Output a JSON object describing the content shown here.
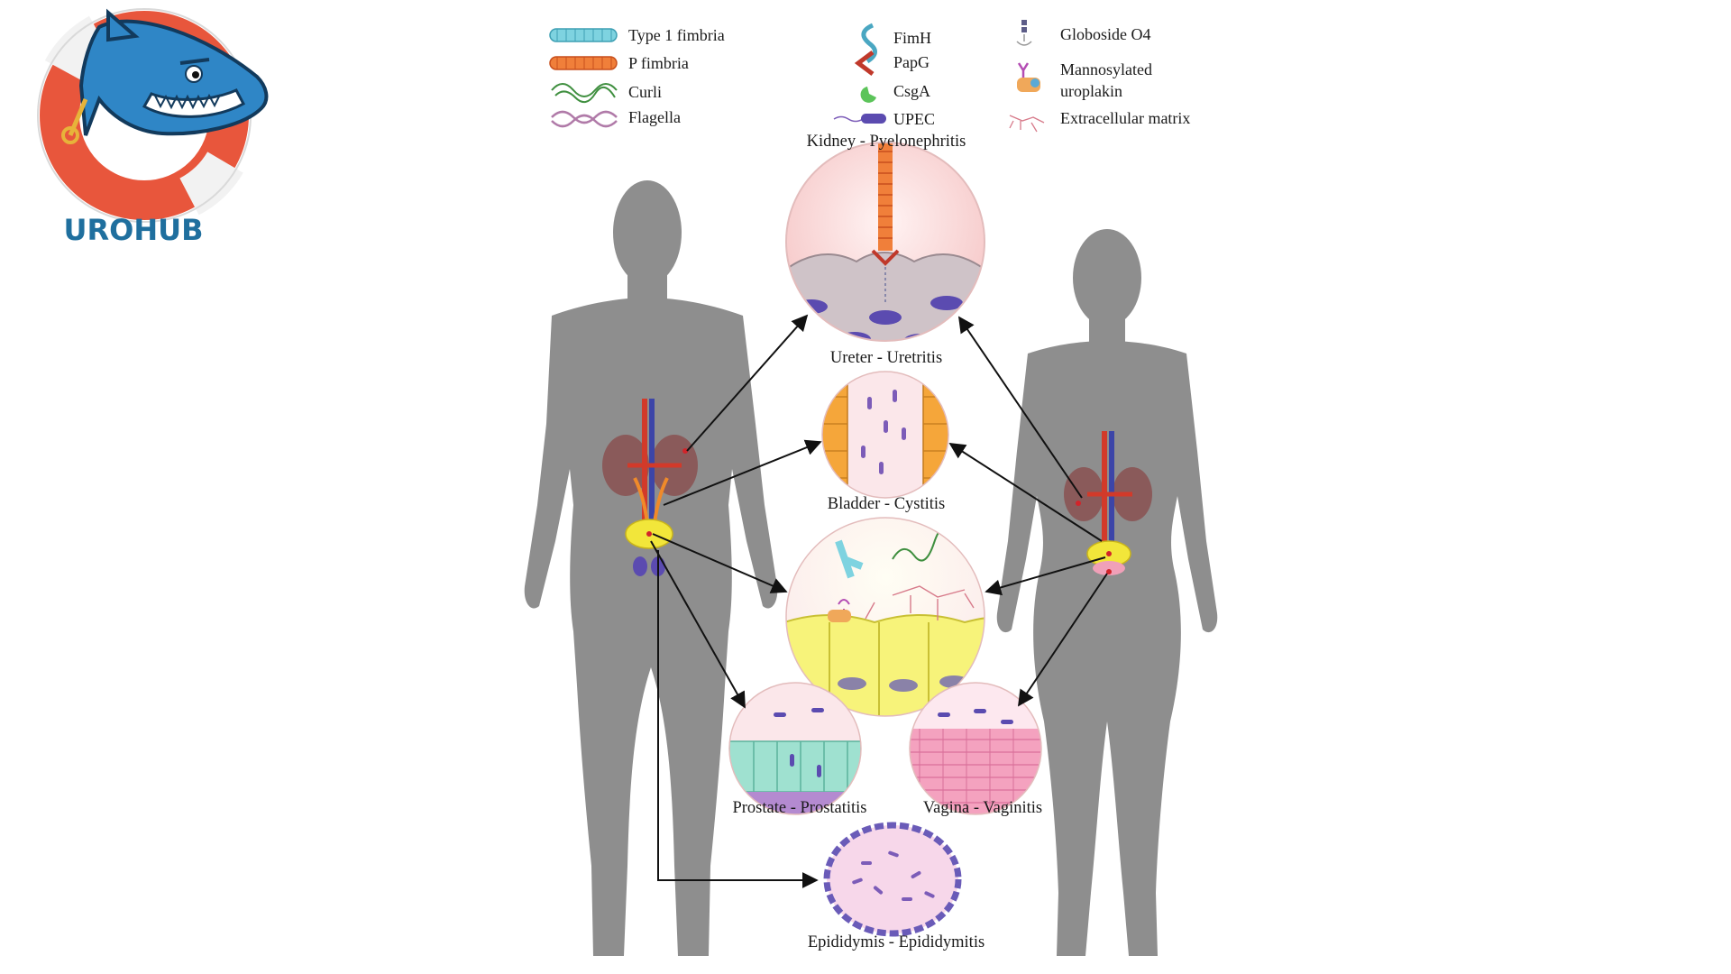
{
  "brand": {
    "name": "UROHUB",
    "color": "#1f6f9e",
    "ring_color": "#e8563c"
  },
  "legend": {
    "col1": [
      "Type 1 fimbria",
      "P fimbria",
      "Curli",
      "Flagella"
    ],
    "col2": [
      "FimH",
      "PapG",
      "CsgA",
      "UPEC"
    ],
    "col3": [
      "Globoside O4",
      "Mannosylated",
      "uroplakin",
      "Extracellular matrix"
    ]
  },
  "captions": {
    "kidney": "Kidney - Pyelonephritis",
    "ureter": "Ureter - Uretritis",
    "bladder": "Bladder - Cystitis",
    "prostate": "Prostate - Prostatitis",
    "vagina": "Vagina - Vaginitis",
    "epididymis": "Epididymis - Epididymitis"
  },
  "colors": {
    "silhouette": "#8e8e8e",
    "arrow": "#111111"
  }
}
